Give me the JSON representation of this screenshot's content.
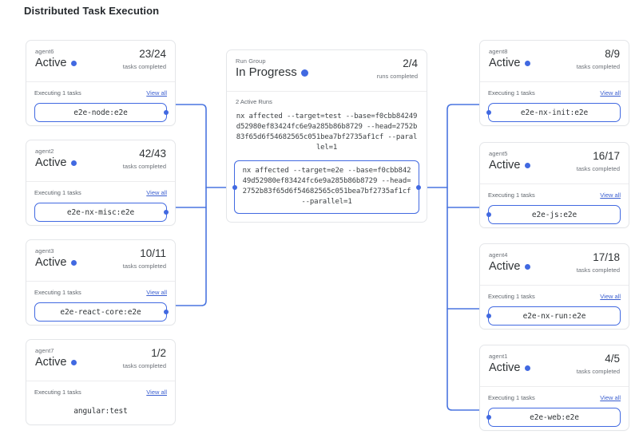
{
  "page": {
    "title": "Distributed Task Execution",
    "accent_color": "#4169e1",
    "card_border_color": "#e4e6e9",
    "text_color": "#3c4043"
  },
  "labels": {
    "tasks_completed": "tasks completed",
    "runs_completed": "runs completed",
    "view_all": "View all",
    "status_active": "Active"
  },
  "run_group": {
    "kicker": "Run Group",
    "status": "In Progress",
    "count": "2/4",
    "count_label": "runs completed",
    "active_runs_label": "2 Active Runs",
    "runs": [
      {
        "command": "nx affected --target=test --base=f0cbb84249d52980ef83424fc6e9a285b86b8729 --head=2752b83f65d6f54682565c051bea7bf2735af1cf --parallel=1",
        "boxed": false
      },
      {
        "command": "nx affected --target=e2e --base=f0cbb84249d52980ef83424fc6e9a285b86b8729 --head=2752b83f65d6f54682565c051bea7bf2735af1cf --parallel=1",
        "boxed": true
      }
    ]
  },
  "agents_left": [
    {
      "name": "agent6",
      "status": "Active",
      "count": "23/24",
      "count_label": "tasks completed",
      "executing_label": "Executing 1 tasks",
      "view_all": "View all",
      "task": "e2e-node:e2e",
      "connected": true
    },
    {
      "name": "agent2",
      "status": "Active",
      "count": "42/43",
      "count_label": "tasks completed",
      "executing_label": "Executing 1 tasks",
      "view_all": "View all",
      "task": "e2e-nx-misc:e2e",
      "connected": true
    },
    {
      "name": "agent3",
      "status": "Active",
      "count": "10/11",
      "count_label": "tasks completed",
      "executing_label": "Executing 1 tasks",
      "view_all": "View all",
      "task": "e2e-react-core:e2e",
      "connected": true
    },
    {
      "name": "agent7",
      "status": "Active",
      "count": "1/2",
      "count_label": "tasks completed",
      "executing_label": "Executing 1 tasks",
      "view_all": "View all",
      "task": "angular:test",
      "connected": false
    }
  ],
  "agents_right": [
    {
      "name": "agent8",
      "status": "Active",
      "count": "8/9",
      "count_label": "tasks completed",
      "executing_label": "Executing 1 tasks",
      "view_all": "View all",
      "task": "e2e-nx-init:e2e",
      "connected": true
    },
    {
      "name": "agent5",
      "status": "Active",
      "count": "16/17",
      "count_label": "tasks completed",
      "executing_label": "Executing 1 tasks",
      "view_all": "View all",
      "task": "e2e-js:e2e",
      "connected": true
    },
    {
      "name": "agent4",
      "status": "Active",
      "count": "17/18",
      "count_label": "tasks completed",
      "executing_label": "Executing 1 tasks",
      "view_all": "View all",
      "task": "e2e-nx-run:e2e",
      "connected": true
    },
    {
      "name": "agent1",
      "status": "Active",
      "count": "4/5",
      "count_label": "tasks completed",
      "executing_label": "Executing 1 tasks",
      "view_all": "View all",
      "task": "e2e-web:e2e",
      "connected": true
    }
  ]
}
